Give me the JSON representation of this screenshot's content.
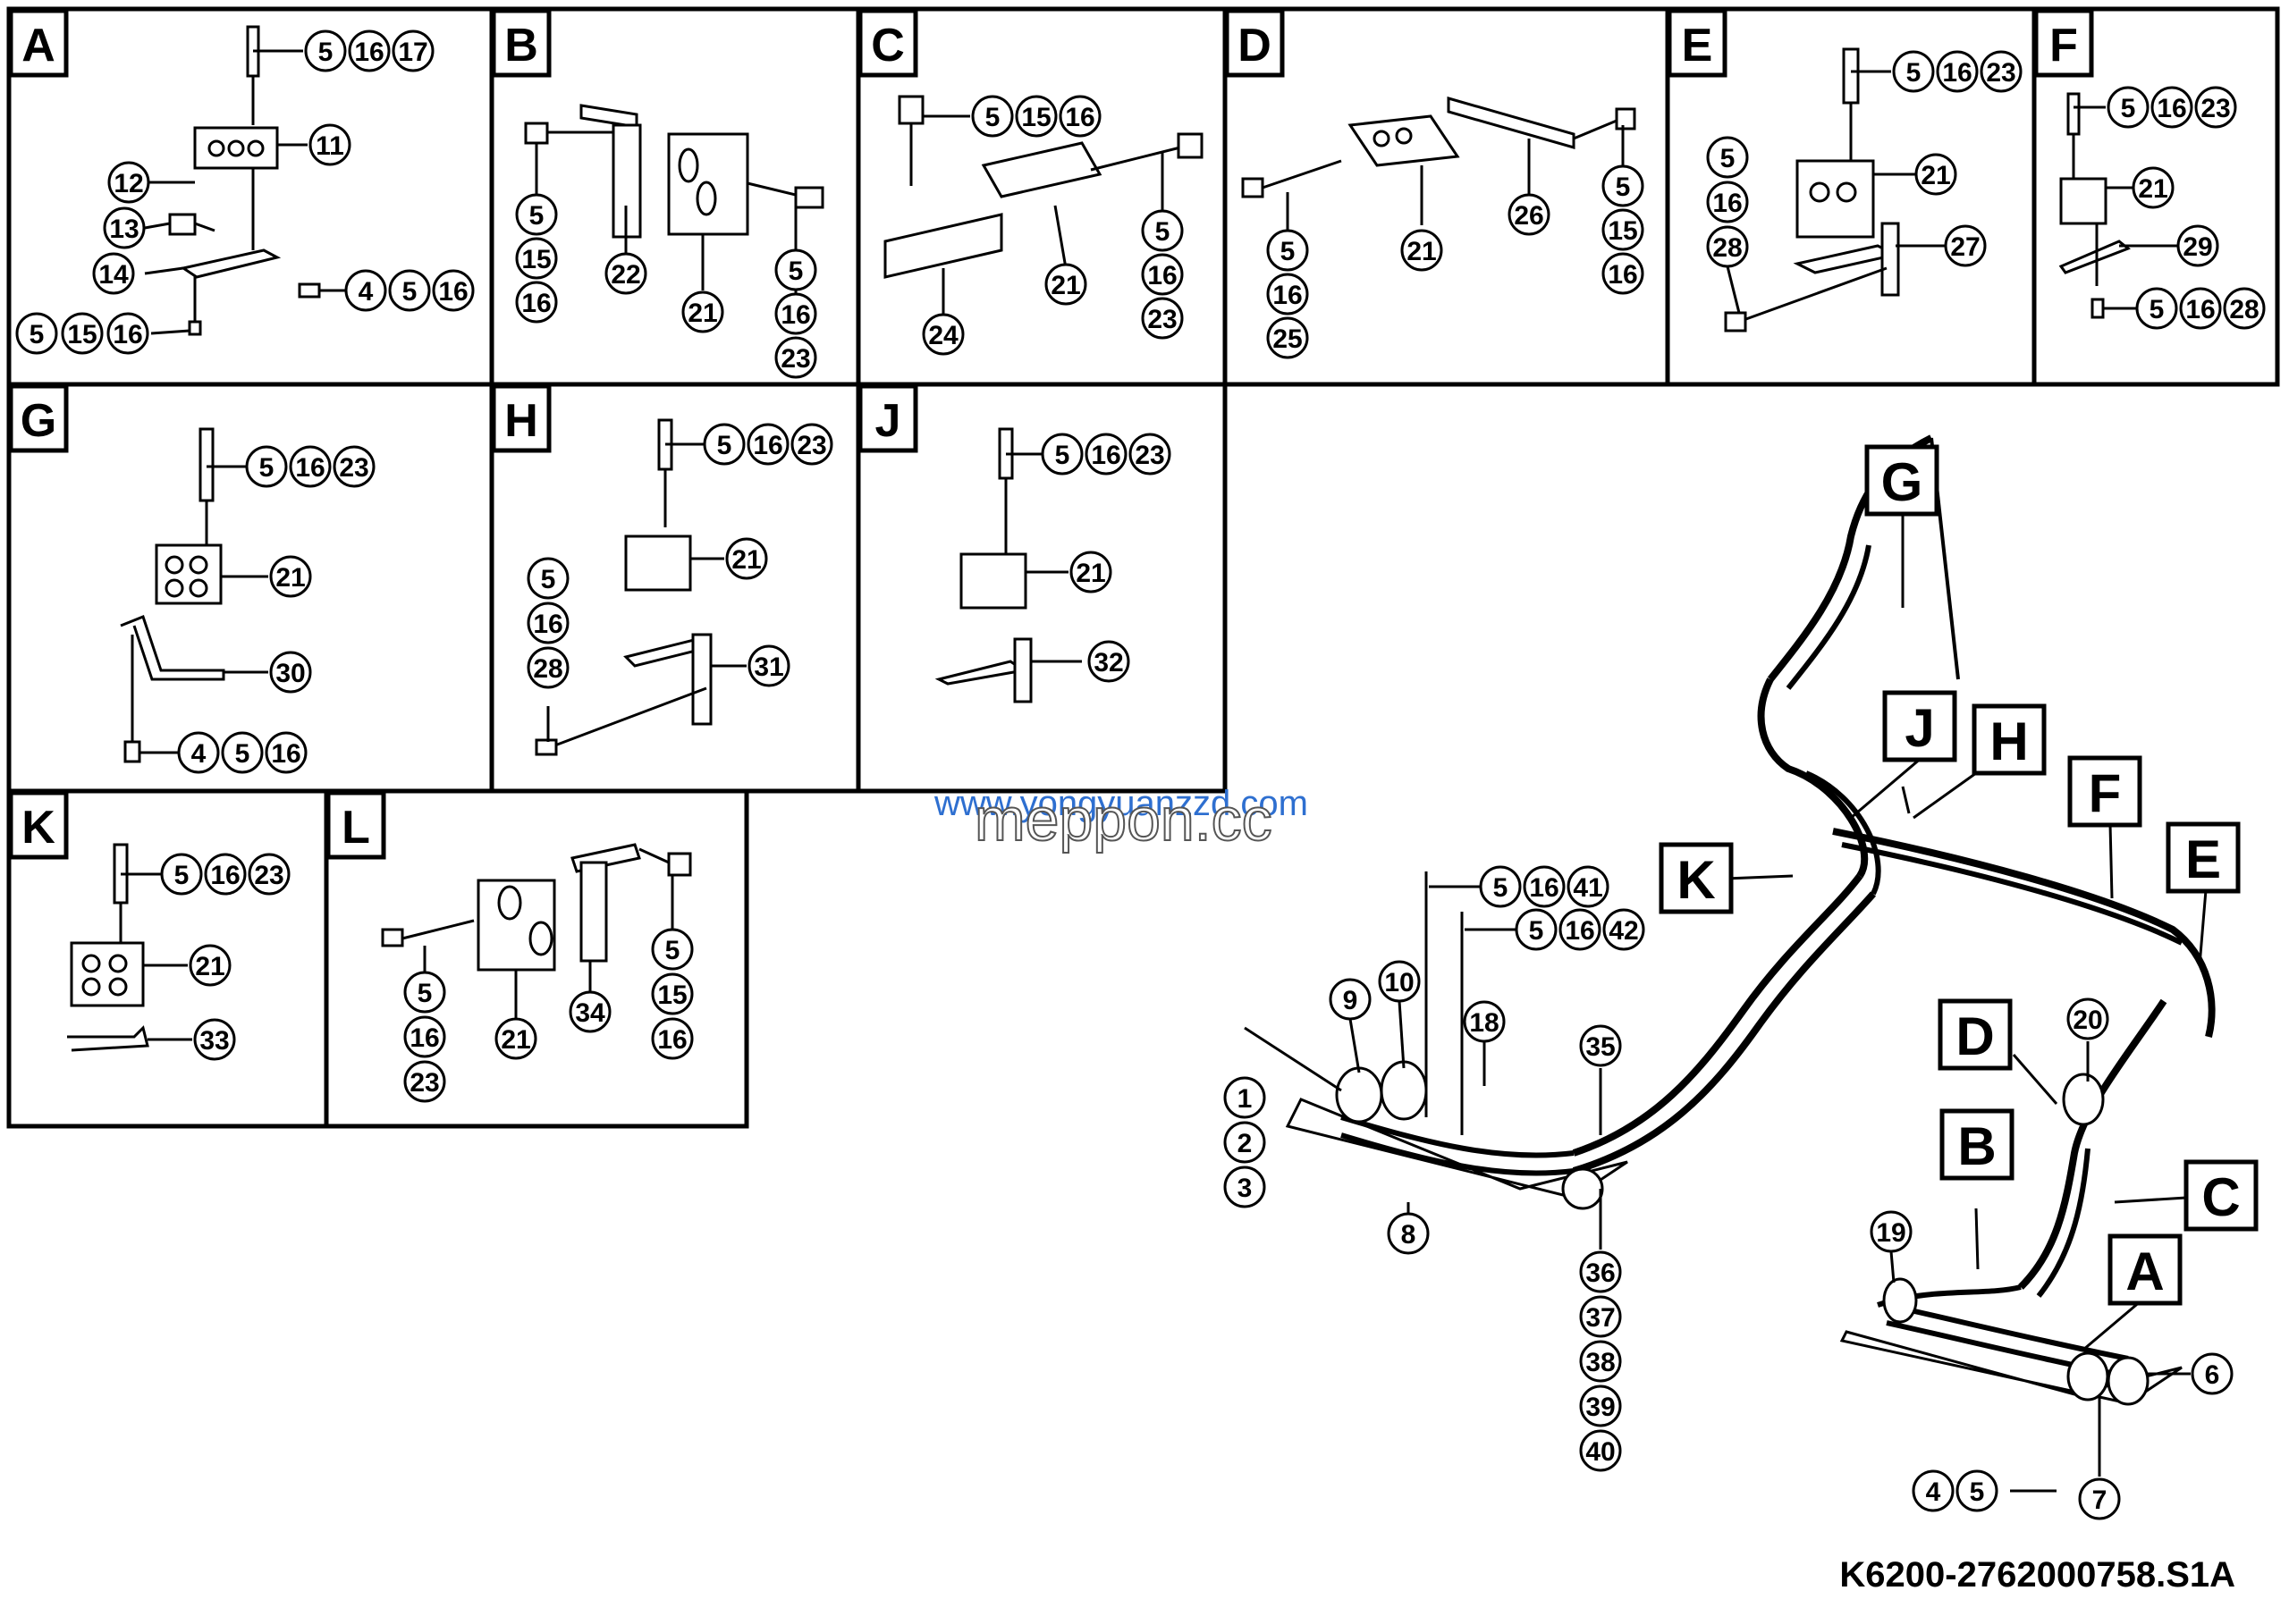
{
  "drawing_code": "K6200-2762000758.S1A",
  "watermark": {
    "line1": "www.yongyuanzzd.com",
    "line2": "meppon.cc"
  },
  "panel_letters": [
    "A",
    "B",
    "C",
    "D",
    "E",
    "F",
    "G",
    "H",
    "J",
    "K",
    "L"
  ],
  "overview_tags": [
    "G",
    "J",
    "H",
    "F",
    "E",
    "K",
    "D",
    "B",
    "C",
    "A"
  ],
  "callouts": {
    "A": [
      "5",
      "16",
      "17",
      "11",
      "12",
      "13",
      "14",
      "4",
      "5",
      "16",
      "5",
      "15",
      "16"
    ],
    "B": [
      "5",
      "15",
      "16",
      "22",
      "21",
      "5",
      "16",
      "23"
    ],
    "C": [
      "5",
      "15",
      "16",
      "5",
      "16",
      "23",
      "21",
      "24"
    ],
    "D": [
      "5",
      "16",
      "25",
      "21",
      "26",
      "5",
      "15",
      "16"
    ],
    "E": [
      "5",
      "16",
      "23",
      "5",
      "16",
      "28",
      "21",
      "27"
    ],
    "F": [
      "5",
      "16",
      "23",
      "21",
      "29",
      "5",
      "16",
      "28"
    ],
    "G": [
      "5",
      "16",
      "23",
      "21",
      "30",
      "4",
      "5",
      "16"
    ],
    "H": [
      "5",
      "16",
      "23",
      "5",
      "16",
      "28",
      "21",
      "31"
    ],
    "J": [
      "5",
      "16",
      "23",
      "21",
      "32"
    ],
    "K": [
      "5",
      "16",
      "23",
      "21",
      "33"
    ],
    "L": [
      "5",
      "16",
      "23",
      "21",
      "34",
      "5",
      "15",
      "16"
    ],
    "main": [
      "5",
      "16",
      "41",
      "5",
      "16",
      "42",
      "9",
      "10",
      "18",
      "35",
      "1",
      "2",
      "3",
      "8",
      "36",
      "37",
      "38",
      "39",
      "40",
      "20",
      "19",
      "6",
      "4",
      "5",
      "7"
    ]
  }
}
